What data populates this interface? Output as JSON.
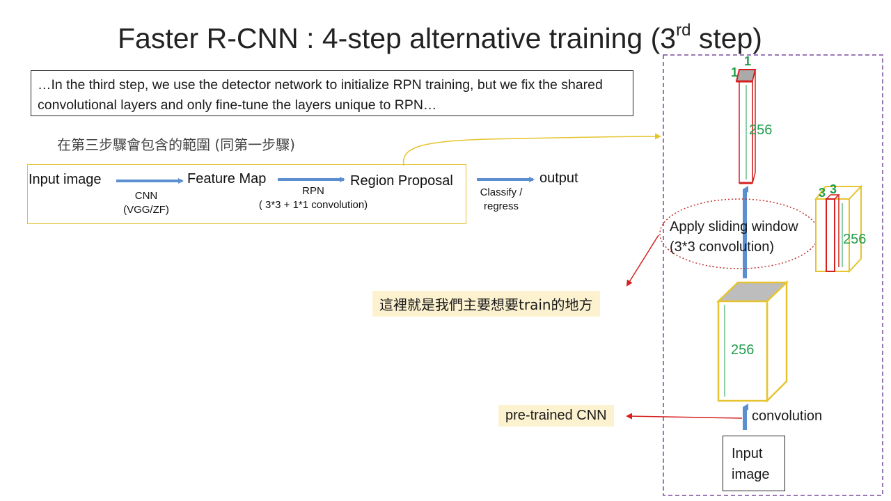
{
  "title": {
    "main": "Faster R-CNN : 4-step alternative training (3",
    "sup": "rd",
    "tail": " step)"
  },
  "quote": "…In the third step, we use the detector network to initialize RPN training, but we fix the shared convolutional layers and only fine-tune the layers unique to RPN…",
  "scope_note": "在第三步驟會包含的範圍 (同第一步驟)",
  "flow": {
    "nodes": [
      "Input image",
      "Feature Map",
      "Region Proposal",
      "output"
    ],
    "edge_labels": {
      "cnn": [
        "CNN",
        "(VGG/ZF)"
      ],
      "rpn": [
        "RPN",
        "( 3*3 + 1*1 convolution)"
      ],
      "classify": [
        "Classify /",
        "regress"
      ]
    }
  },
  "annotations": {
    "train_here": "這裡就是我們主要想要train的地方",
    "pretrained": "pre-trained CNN",
    "sliding_window": [
      "Apply sliding window",
      "(3*3 convolution)"
    ],
    "convolution": "convolution",
    "input_image": "Input image"
  },
  "dims": {
    "top_block_depth": "256",
    "top_block_w": "1",
    "top_block_h": "1",
    "side_block_depth": "256",
    "side_block_w": "3",
    "side_block_h": "3",
    "main_block_depth": "256"
  },
  "colors": {
    "arrow_blue": "#5b8fd0",
    "red": "#d42020",
    "yellow": "#e6c430",
    "purple": "#7b4aa0",
    "green": "#1f9e4b",
    "highlight": "#fdf2d0"
  }
}
